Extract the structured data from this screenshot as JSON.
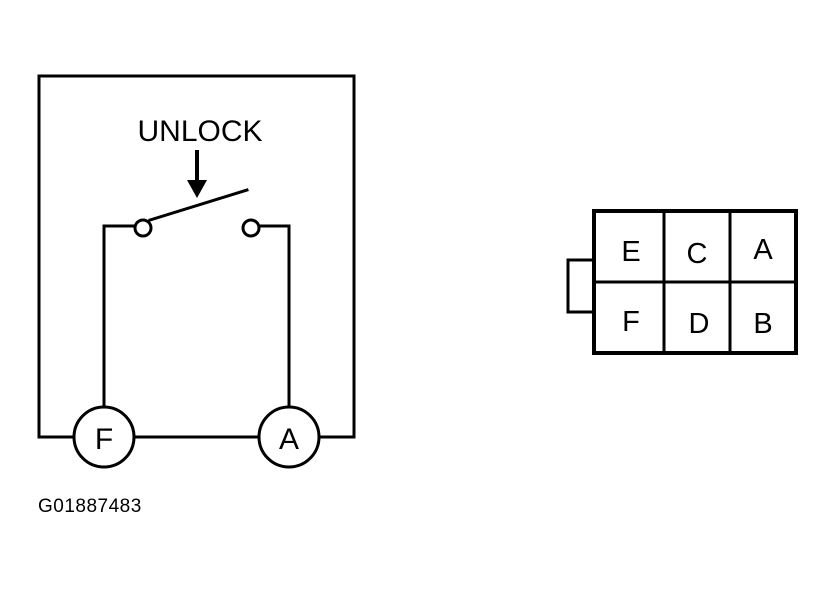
{
  "switch_diagram": {
    "action_label": "UNLOCK",
    "terminal_left": "F",
    "terminal_right": "A"
  },
  "connector": {
    "cells": [
      [
        "E",
        "C",
        "A"
      ],
      [
        "F",
        "D",
        "B"
      ]
    ]
  },
  "figure_id": "G01887483",
  "colors": {
    "line": "#000000",
    "background": "#ffffff"
  }
}
